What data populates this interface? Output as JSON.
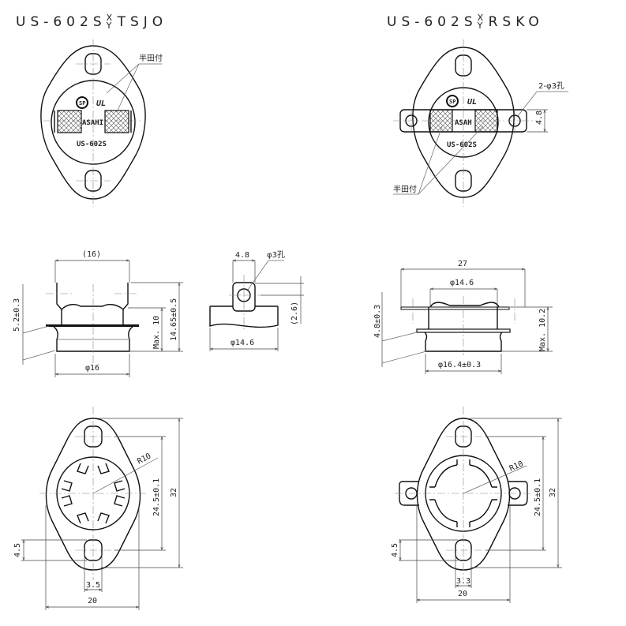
{
  "drawings": {
    "left": {
      "title_prefix": "US-602S",
      "title_x": "X",
      "title_y": "Y",
      "title_suffix": "TSJO",
      "top_view": {
        "solder_label": "半田付",
        "brand_text": "ASAHI",
        "model_text": "US-602S",
        "csa_mark": "SP",
        "ul_mark": "UL"
      },
      "side_view": {
        "terminal_width": "(16)",
        "flange_height": "5.2±0.3",
        "max_height": "Max. 10",
        "total_height": "14.65±0.5",
        "body_diameter": "φ16"
      },
      "terminal_detail": {
        "tab_width": "4.8",
        "hole": "φ3孔",
        "hole_offset": "(2.6)",
        "cap_diameter": "φ14.6"
      },
      "bottom_view": {
        "radius": "R10",
        "hole_pitch": "24.5±0.1",
        "total_length": "32",
        "slot_length": "4.5",
        "slot_width": "3.5",
        "total_width": "20"
      }
    },
    "right": {
      "title_prefix": "US-602S",
      "title_x": "X",
      "title_y": "Y",
      "title_suffix": "RSKO",
      "top_view": {
        "hole_label": "2-φ3孔",
        "tab_width": "4.8",
        "solder_label": "半田付",
        "brand_text": "ASAH",
        "model_text": "US-602S",
        "csa_mark": "SP",
        "ul_mark": "UL"
      },
      "side_view": {
        "tab_span": "27",
        "cap_diameter": "φ14.6",
        "flange_height": "4.8±0.3",
        "max_height": "Max. 10.2",
        "body_diameter": "φ16.4±0.3"
      },
      "bottom_view": {
        "radius": "R10",
        "hole_pitch": "24.5±0.1",
        "total_length": "32",
        "slot_length": "4.5",
        "slot_width": "3.3",
        "total_width": "20"
      }
    }
  }
}
